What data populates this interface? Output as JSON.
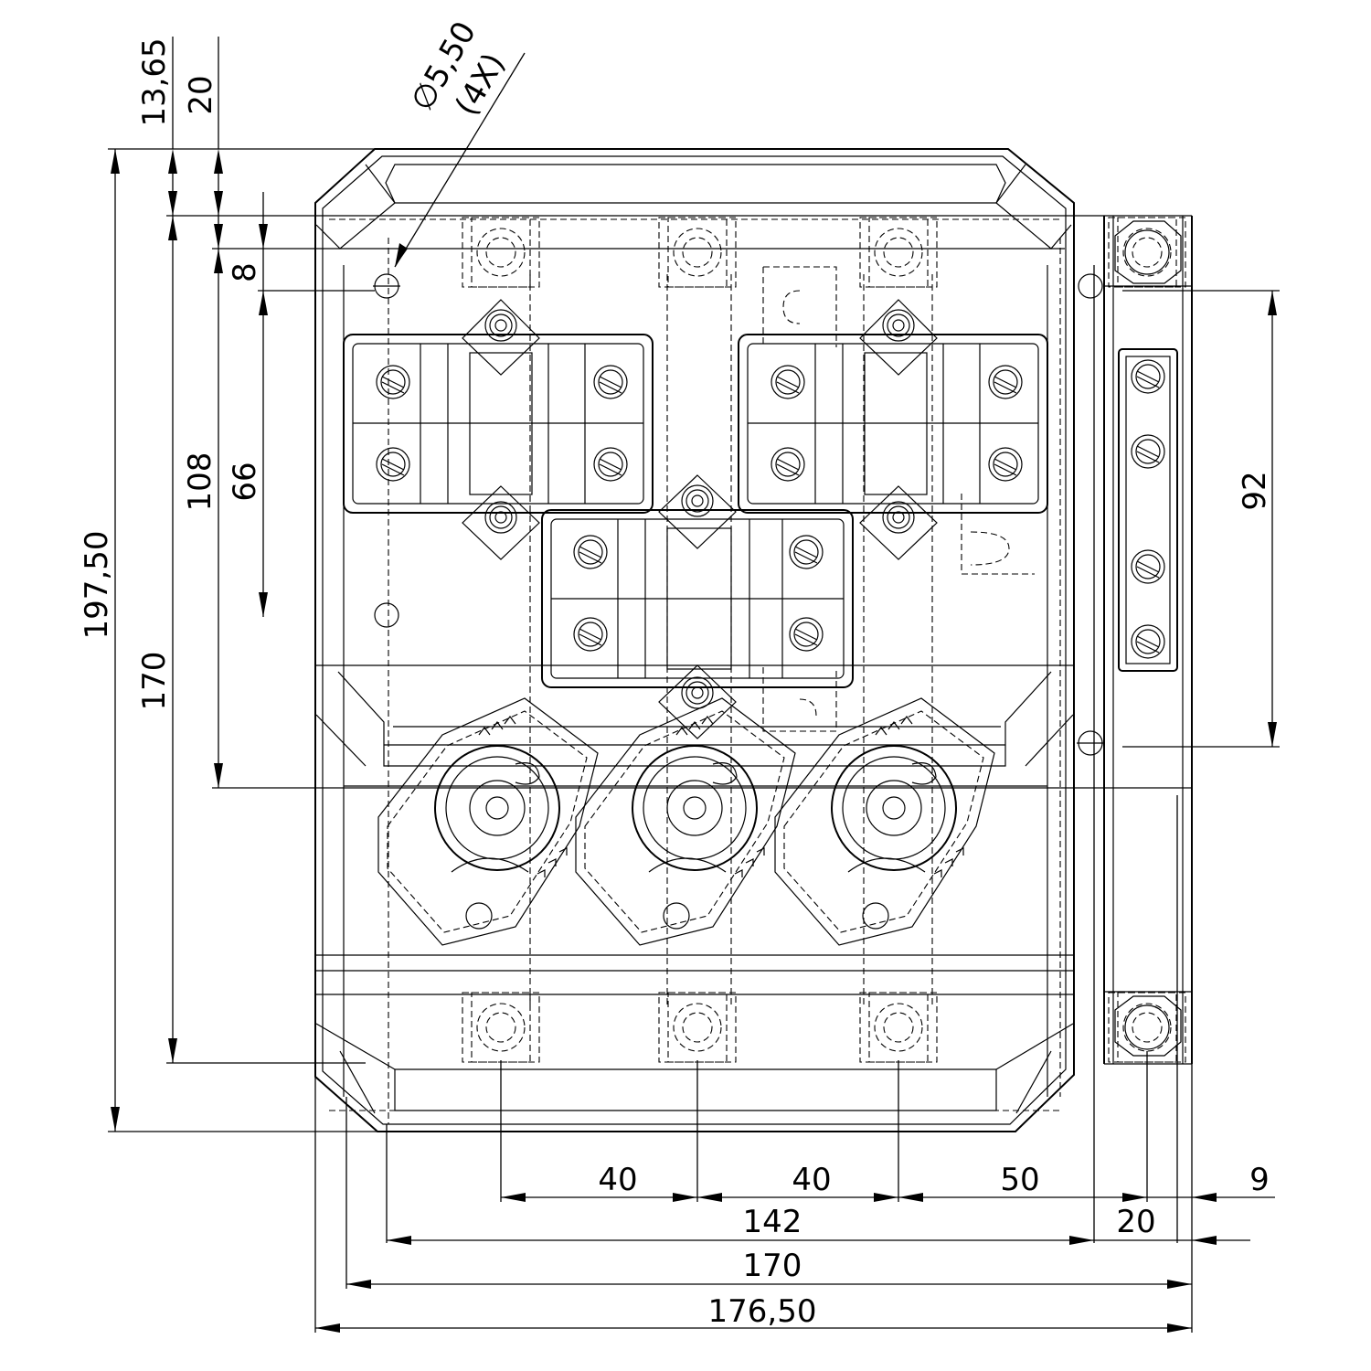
{
  "drawing": {
    "hole_note": {
      "diameter": "∅5,50",
      "count": "(4X)"
    },
    "dims": {
      "overall_height": "197,50",
      "height_170": "170",
      "height_108": "108",
      "height_66": "66",
      "offset_8": "8",
      "top_13_65": "13,65",
      "top_20": "20",
      "rail_92": "92",
      "pitch_40_a": "40",
      "pitch_40_b": "40",
      "pitch_50": "50",
      "offset_9": "9",
      "width_142": "142",
      "rail_20": "20",
      "width_170": "170",
      "overall_width": "176,50"
    }
  }
}
